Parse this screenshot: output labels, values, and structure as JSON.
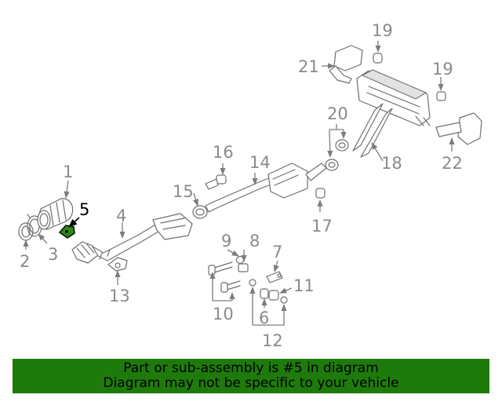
{
  "highlight": {
    "part": "5",
    "color": "#2e8b12"
  },
  "callouts": {
    "c1": "1",
    "c2": "2",
    "c3": "3",
    "c4": "4",
    "c5": "5",
    "c6": "6",
    "c7": "7",
    "c8": "8",
    "c9": "9",
    "c10": "10",
    "c11": "11",
    "c12": "12",
    "c13": "13",
    "c14": "14",
    "c15": "15",
    "c16": "16",
    "c17": "17",
    "c18": "18",
    "c19a": "19",
    "c19b": "19",
    "c20": "20",
    "c21": "21",
    "c22": "22"
  },
  "banner": {
    "line1": "Part or sub-assembly is #5 in diagram",
    "line2": "Diagram may not be specific to your vehicle",
    "background": "#1f7a0c"
  }
}
